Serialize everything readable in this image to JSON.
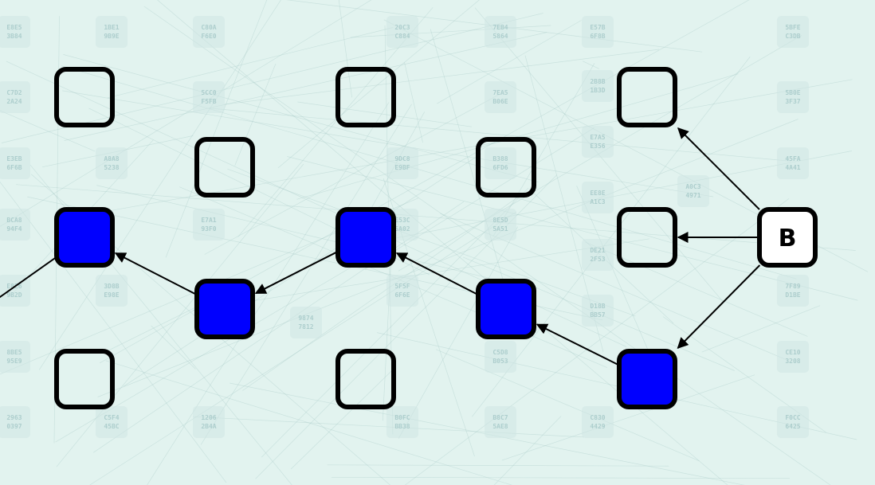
{
  "start_node_label": "B",
  "colors": {
    "background": "#e2f3ef",
    "node_filled": "#0000ff",
    "node_border": "#000000",
    "edge": "#000000"
  },
  "background_tiles": [
    [
      "E8E5",
      "3B84"
    ],
    [
      "1BE1",
      "9B9E"
    ],
    [
      "C80A",
      "F6E0"
    ],
    [
      "20C3",
      "C884"
    ],
    [
      "7EB4",
      "5864"
    ],
    [
      "E57B",
      "6F8B"
    ],
    [
      "5BFE",
      "C3DB"
    ],
    [
      "C7D2",
      "2A24"
    ],
    [
      "5CC0",
      "F5FB"
    ],
    [
      "7EA5",
      "B06E"
    ],
    [
      "2B8B",
      "1B3D"
    ],
    [
      "5B0E",
      "3F37"
    ],
    [
      "E3EB",
      "6F6B"
    ],
    [
      "A8A8",
      "5238"
    ],
    [
      "9DC8",
      "E9BF"
    ],
    [
      "B388",
      "6FD6"
    ],
    [
      "E7A5",
      "E356"
    ],
    [
      "A0C3",
      "4971"
    ],
    [
      "45FA",
      "4A41"
    ],
    [
      "BCA8",
      "94F4"
    ],
    [
      "E7A1",
      "93F0"
    ],
    [
      "E53C",
      "5A02"
    ],
    [
      "8E5D",
      "5A51"
    ],
    [
      "EE8E",
      "A1C3"
    ],
    [
      "E8E6",
      "9B2D"
    ],
    [
      "3D8B",
      "E98E"
    ],
    [
      "5F5F",
      "6F6E"
    ],
    [
      "DE21",
      "2F53"
    ],
    [
      "D18B",
      "BB57"
    ],
    [
      "7F89",
      "D1BE"
    ],
    [
      "8BE5",
      "95E9"
    ],
    [
      "9874",
      "7812"
    ],
    [
      "C5D8",
      "B053"
    ],
    [
      "CE10",
      "3208"
    ],
    [
      "2963",
      "0397"
    ],
    [
      "C5F4",
      "45BC"
    ],
    [
      "1206",
      "2B4A"
    ],
    [
      "B0FC",
      "BB38"
    ],
    [
      "B8C7",
      "5AE8"
    ],
    [
      "C830",
      "4429"
    ],
    [
      "F0CC",
      "6425"
    ]
  ],
  "nodes": [
    {
      "id": "n-col1-top",
      "state": "empty"
    },
    {
      "id": "n-col1-mid",
      "state": "filled"
    },
    {
      "id": "n-col1-bot",
      "state": "empty"
    },
    {
      "id": "n-col2-up",
      "state": "empty"
    },
    {
      "id": "n-col2-down",
      "state": "filled"
    },
    {
      "id": "n-col3-top",
      "state": "empty"
    },
    {
      "id": "n-col3-mid",
      "state": "filled"
    },
    {
      "id": "n-col3-bot",
      "state": "empty"
    },
    {
      "id": "n-col4-up",
      "state": "empty"
    },
    {
      "id": "n-col4-down",
      "state": "filled"
    },
    {
      "id": "n-col5-top",
      "state": "empty"
    },
    {
      "id": "n-col5-mid",
      "state": "empty"
    },
    {
      "id": "n-col5-bot",
      "state": "filled"
    },
    {
      "id": "n-start",
      "state": "start"
    }
  ],
  "edges": [
    {
      "from": "n-start",
      "to": "n-col5-top"
    },
    {
      "from": "n-start",
      "to": "n-col5-mid"
    },
    {
      "from": "n-start",
      "to": "n-col5-bot"
    },
    {
      "from": "n-col5-bot",
      "to": "n-col4-down"
    },
    {
      "from": "n-col4-down",
      "to": "n-col3-mid"
    },
    {
      "from": "n-col3-mid",
      "to": "n-col2-down"
    },
    {
      "from": "n-col2-down",
      "to": "n-col1-mid"
    },
    {
      "from": "n-col1-mid",
      "to": "offscreen-left"
    }
  ]
}
